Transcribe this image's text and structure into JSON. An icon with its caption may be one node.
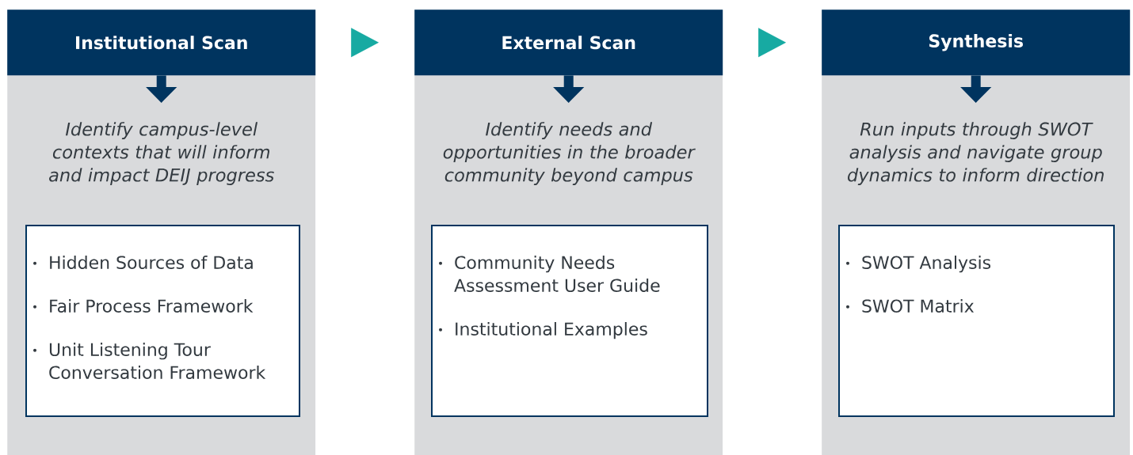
{
  "diagram": {
    "nodes": [
      {
        "text": [],
        "shape": "box"
      },
      {
        "text": [
          "Institutional Scan"
        ],
        "in": 0
      },
      {
        "text": [
          "Identify campus-level contexts that will inform and impact DEIJ progress"
        ],
        "in": 0
      },
      {
        "text": [
          "Hidden Sources of Data",
          "Fair Process Framework",
          "Unit Listening Tour Conversation Framework"
        ],
        "in": 0
      },
      {
        "text": [],
        "shape": "box"
      },
      {
        "text": [
          "External Scan"
        ],
        "in": 4
      },
      {
        "text": [
          "Identify needs and opportunities in the broader community beyond campus"
        ],
        "in": 4
      },
      {
        "text": [
          "Community Needs Assessment User Guide",
          "Institutional Examples"
        ],
        "in": 4
      },
      {
        "text": [],
        "shape": "box"
      },
      {
        "text": [
          "Synthesis"
        ],
        "in": 8
      },
      {
        "text": [
          "Run inputs through SWOT analysis and navigate group dynamics to inform direction"
        ],
        "in": 8
      },
      {
        "text": [
          "SWOT Analysis",
          "SWOT Matrix"
        ],
        "in": 8
      }
    ],
    "edges": [
      {
        "from": 1,
        "to": 2,
        "arrow": "to"
      },
      {
        "from": 5,
        "to": 6,
        "arrow": "to"
      },
      {
        "from": 9,
        "to": 10,
        "arrow": "to"
      },
      {
        "from": 1,
        "to": 5,
        "arrow": "to",
        "color": "#17aaa2"
      },
      {
        "from": 5,
        "to": 9,
        "arrow": "to",
        "color": "#17aaa2"
      }
    ]
  }
}
